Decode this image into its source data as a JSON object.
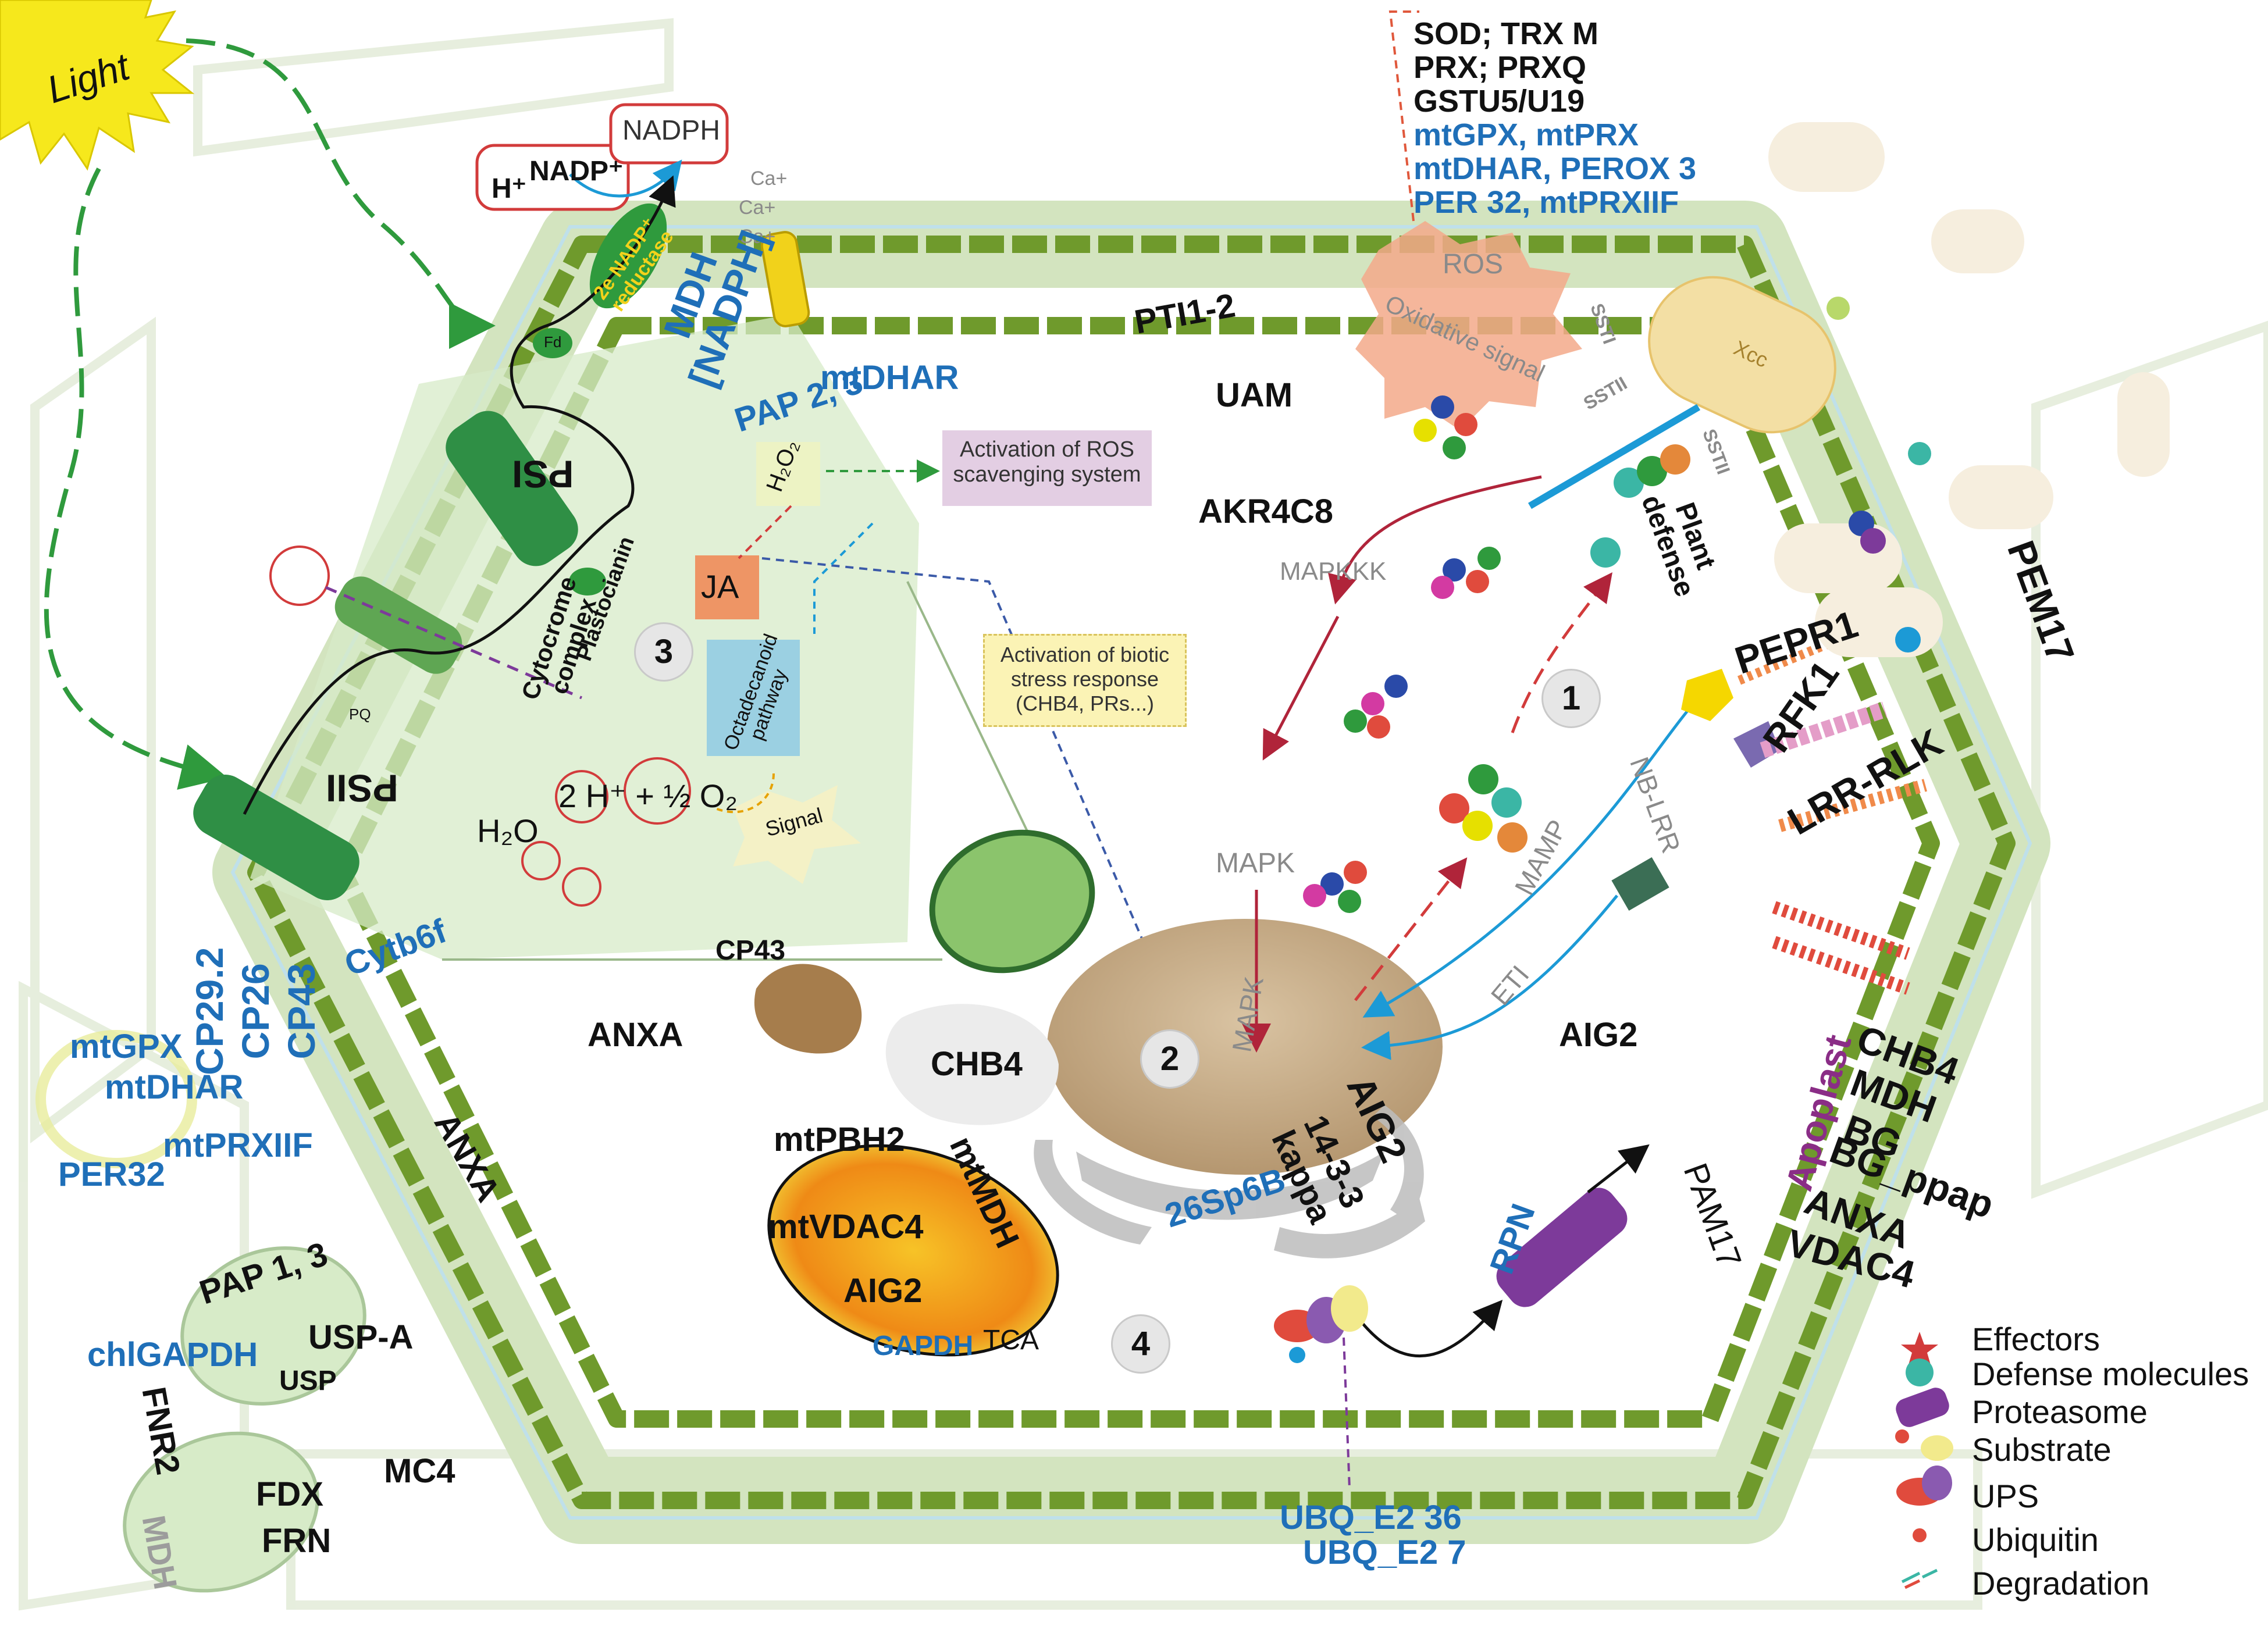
{
  "light": "Light",
  "photosynthesis": {
    "nadp": "NADP⁺",
    "hplus": "H⁺",
    "nadph": "NADPH",
    "reductase": "2e NADP⁺ reductase",
    "fd": "Fd",
    "pq": "PQ",
    "psi": "PSI",
    "psii": "PSII",
    "cytochrome": "Cytocrome complex",
    "plastocianin": "Plastocianin",
    "water": "H₂O",
    "water_products": "2 H⁺ + ½ O₂",
    "ca_labels": [
      "Ca+",
      "Ca+",
      "Ca+"
    ]
  },
  "signals": {
    "ros": "ROS",
    "oxidative": "Oxidative signal",
    "h2o2": "H₂O₂",
    "ja": "JA",
    "octadecanoid": "Octadecanoid pathway",
    "signal": "Signal",
    "ros_scavenging": "Activation of ROS scavenging system",
    "biotic_stress": "Activation of biotic stress response (CHB4, PRs...)",
    "mapkkk": "MAPKKK",
    "mapk_upper": "MAPK",
    "mapk_nucleus": "MAPK",
    "mamp": "MAMP",
    "eti": "ETI",
    "nb_lrr": "NB-LRR",
    "plant_defense": "Plant defense",
    "xcc": "Xcc",
    "ssti_1": "SSTI",
    "ssti_2": "SSTII",
    "ssti_3": "SSTII",
    "apoplast": "Apoplast"
  },
  "numbers": [
    "1",
    "2",
    "3",
    "4"
  ],
  "protein_list_top": {
    "black": [
      "SOD; TRX M",
      "PRX; PRXQ",
      "GSTU5/U19"
    ],
    "blue": [
      "mtGPX, mtPRX",
      "mtDHAR, PEROX 3",
      "PER 32, mtPRXIIF"
    ]
  },
  "chloroplast": {
    "mdh": "MDH [NADPH]",
    "pap": "PAP 2, 3",
    "mtdhar": "mtDHAR",
    "cp_list": "CP29.2 CP26 CP43",
    "cytb6f": "Cytb6f",
    "cp43": "CP43"
  },
  "cytoplasm": {
    "pti": "PTI1-2",
    "uam": "UAM",
    "akr": "AKR4C8",
    "anxa_center": "ANXA",
    "anxa_wall": "ANXA",
    "aig2": "AIG2",
    "chb4": "CHB4",
    "pam17": "PAM17",
    "pem17": "PEM17"
  },
  "receptors": {
    "pepr1": "PEPR1",
    "rfk1": "RFK1",
    "lrr_rlk": "LRR-RLK"
  },
  "nucleus": {
    "aig2": "AIG2",
    "kappa": "14-3-3 kappa",
    "s26": "26Sp6B"
  },
  "mitochondrion": {
    "labels": [
      "mtPBH2",
      "mtMDH",
      "mtVDAC4",
      "AIG2",
      "GAPDH",
      "TCA"
    ]
  },
  "ups": {
    "rpn": "RPN",
    "ubq": [
      "UBQ_E2 36",
      "UBQ_E2 7"
    ]
  },
  "right_list": [
    "CHB4",
    "MDH",
    "BG",
    "BG_ppap",
    "ANXA",
    "VDAC4"
  ],
  "left_mito": [
    "mtGPX",
    "mtDHAR",
    "mtPRXIIF",
    "PER32"
  ],
  "left_chloro": {
    "pap13": "PAP 1, 3",
    "chlgapdh": "chlGAPDH",
    "usp_a": "USP-A",
    "usp": "USP",
    "fnr2": "FNR2",
    "mdh": "MDH",
    "fdx": "FDX",
    "frn": "FRN",
    "mc4": "MC4"
  },
  "legend": [
    {
      "label": "Effectors",
      "icon": "red-star"
    },
    {
      "label": "Defense molecules",
      "icon": "teal-burst"
    },
    {
      "label": "Proteasome",
      "icon": "proteasome"
    },
    {
      "label": "Substrate",
      "icon": "yellow-blob"
    },
    {
      "label": "UPS",
      "icon": "ups-complex"
    },
    {
      "label": "Ubiquitin",
      "icon": "red-dot"
    },
    {
      "label": "Degradation",
      "icon": "dash-fragments"
    }
  ],
  "colors": {
    "membrane": "#6f9a2c",
    "membrane_light": "#d9e6c5",
    "chloroplast_fill": "#d7ebc8",
    "nucleus": "#c9b08e",
    "sun": "#f6e81c",
    "blue_text": "#1f6fb8",
    "ros_orange": "#f3a98a",
    "bacterium": "#f3dfa4",
    "arrow_green": "#2f9a3d",
    "arrow_red": "#b0243a",
    "arrow_blue": "#1c9ad6"
  }
}
